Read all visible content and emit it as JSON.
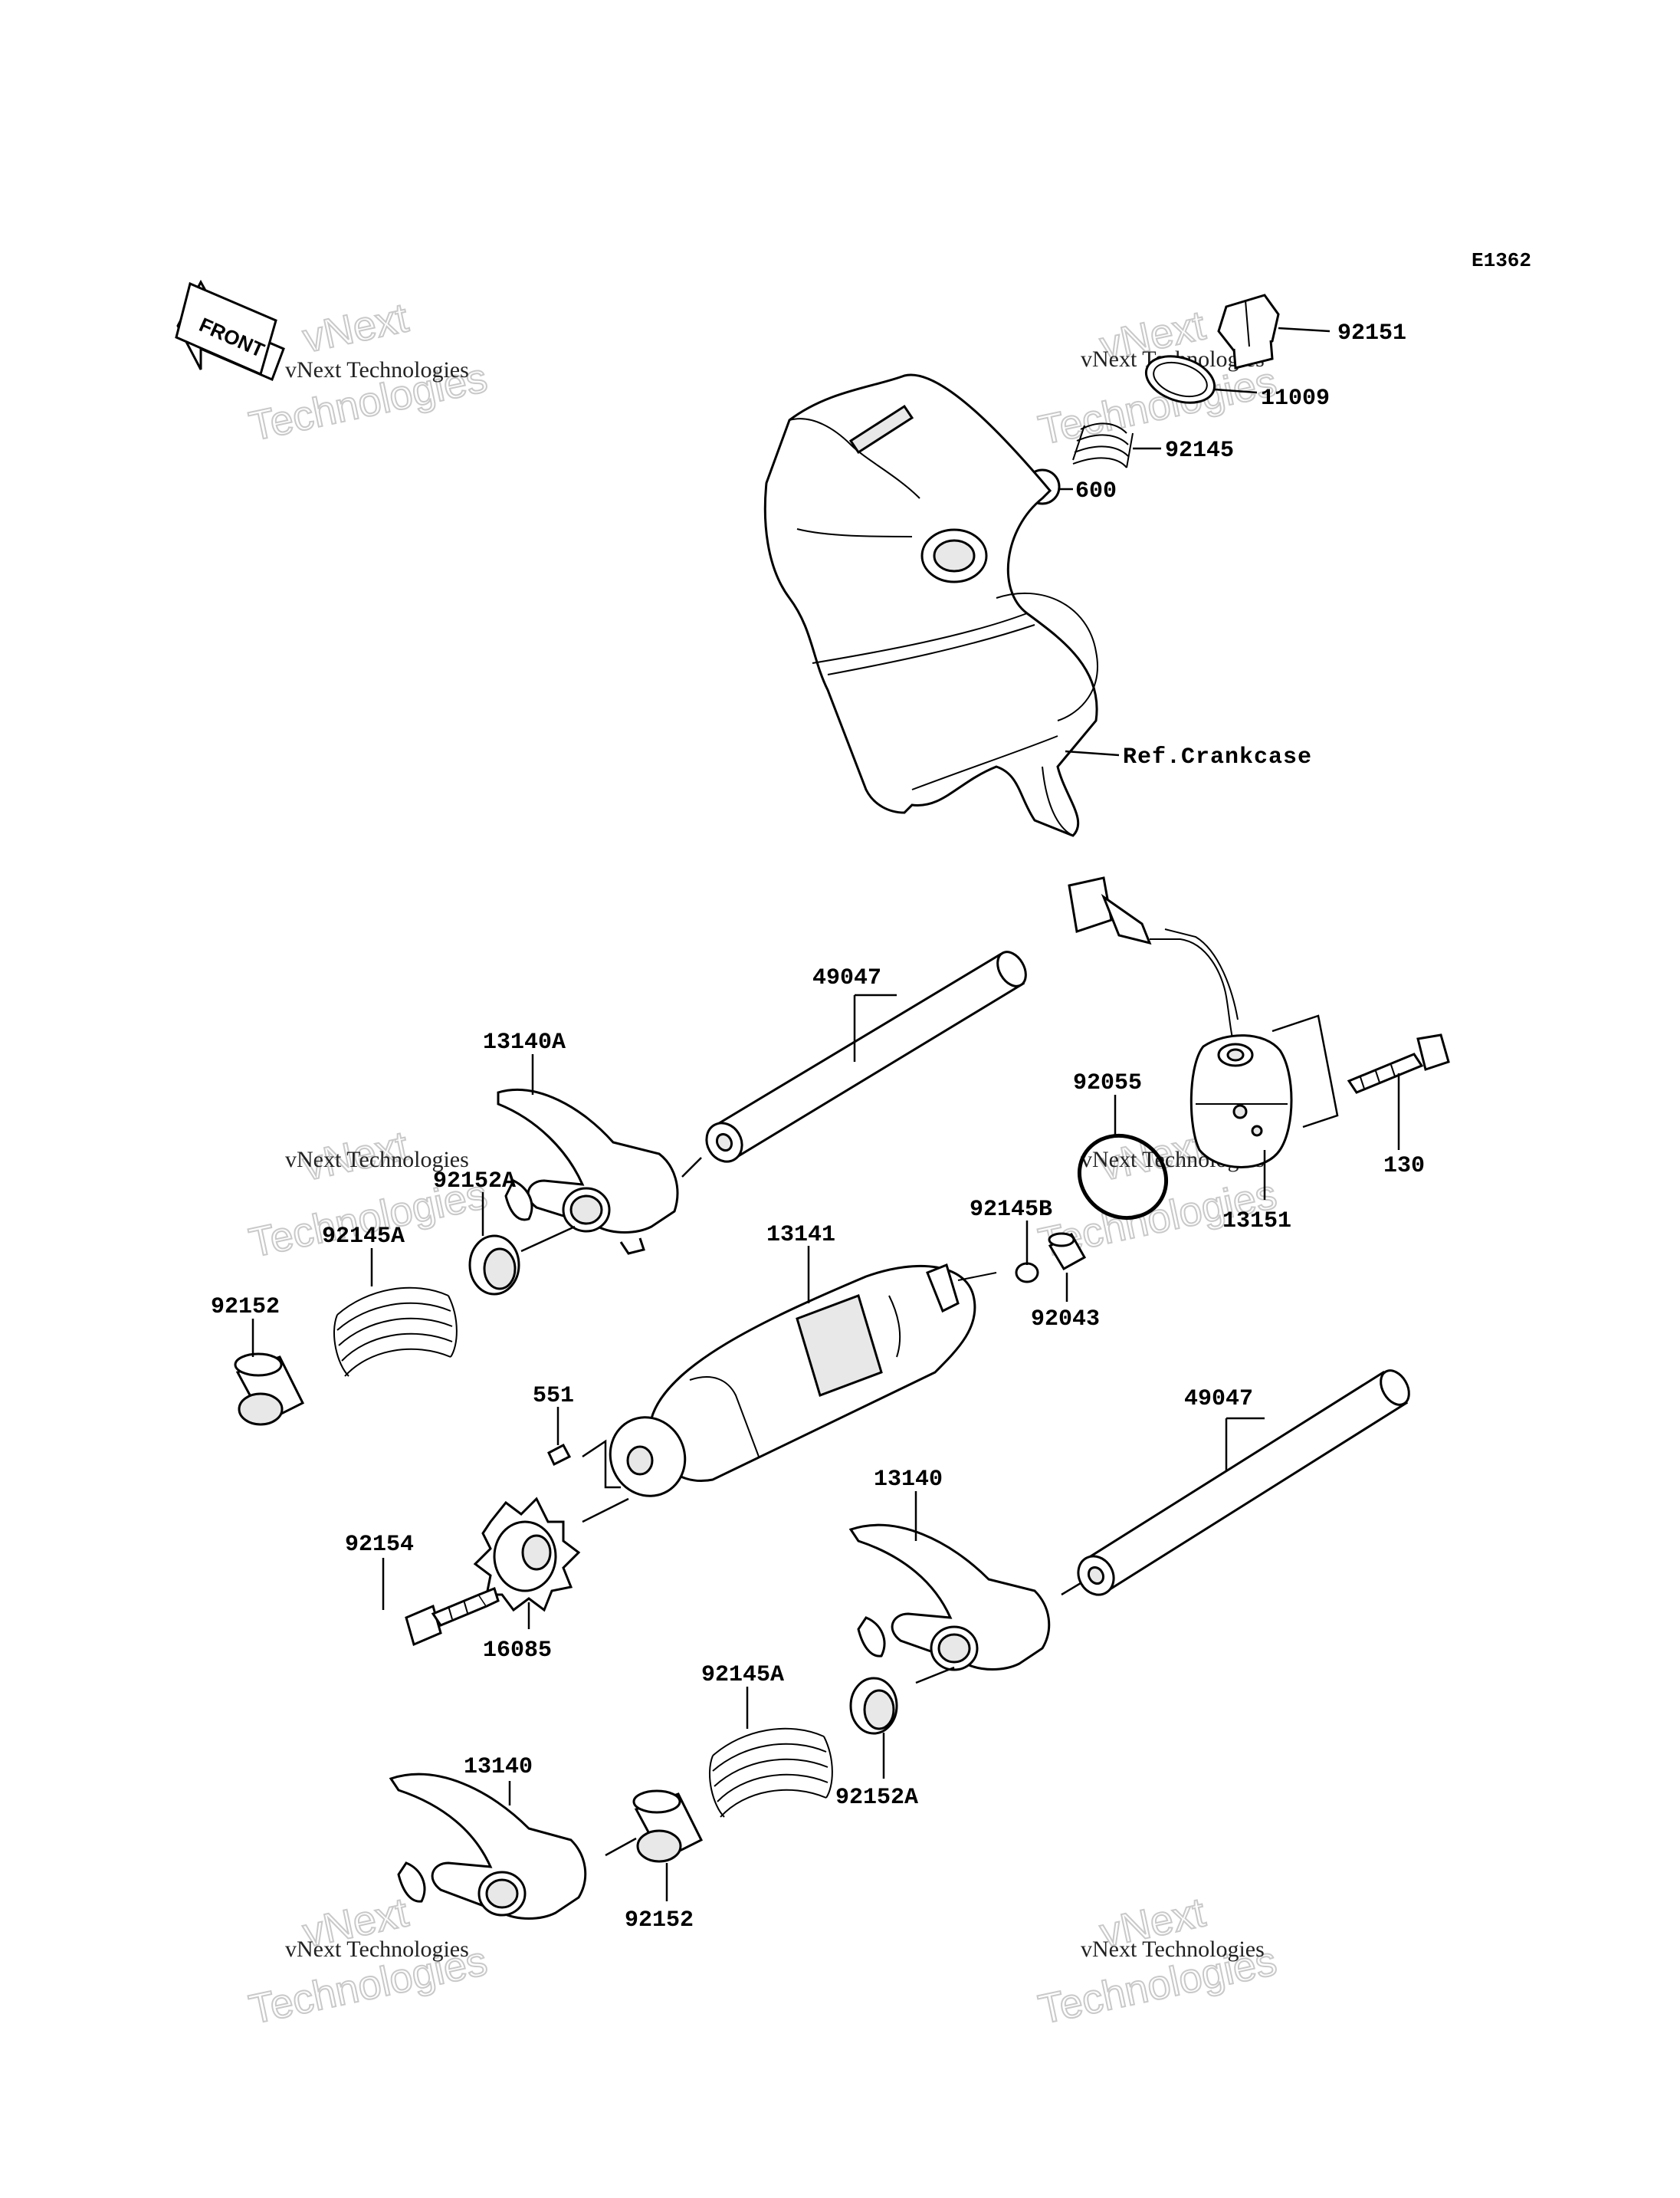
{
  "diagram_code": "E1362",
  "front_label": "FRONT",
  "reference_label": "Ref.Crankcase",
  "watermark": {
    "line1": "vNext Technologies",
    "line2": "vNext",
    "line3": "Technologies"
  },
  "part_labels": {
    "p92151": "92151",
    "p11009": "11009",
    "p92145": "92145",
    "p600": "600",
    "p49047_top": "49047",
    "p13140A": "13140A",
    "p92152A_top": "92152A",
    "p92145A_left": "92145A",
    "p92152_left": "92152",
    "p13141": "13141",
    "p92145B": "92145B",
    "p92043": "92043",
    "p92055": "92055",
    "p13151": "13151",
    "p130": "130",
    "p551": "551",
    "p49047_bottom": "49047",
    "p13140_mid": "13140",
    "p92154": "92154",
    "p16085": "16085",
    "p92145A_bottom": "92145A",
    "p92152A_bottom": "92152A",
    "p13140_bottom": "13140",
    "p92152_bottom": "92152"
  }
}
